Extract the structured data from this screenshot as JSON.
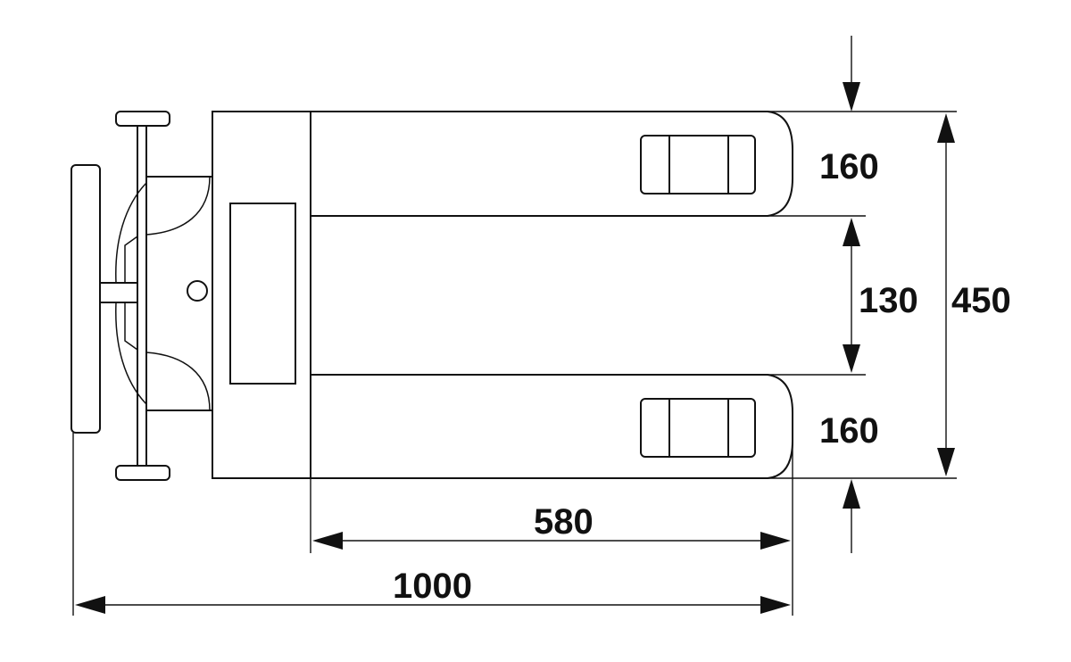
{
  "drawing": {
    "subject": "pallet-truck-top-view",
    "dimensions": {
      "fork_width_top": "160",
      "fork_gap": "130",
      "fork_width_bottom": "160",
      "overall_width": "450",
      "fork_length": "580",
      "overall_length": "1000"
    },
    "line_color": "#111111",
    "background_color": "#ffffff"
  }
}
